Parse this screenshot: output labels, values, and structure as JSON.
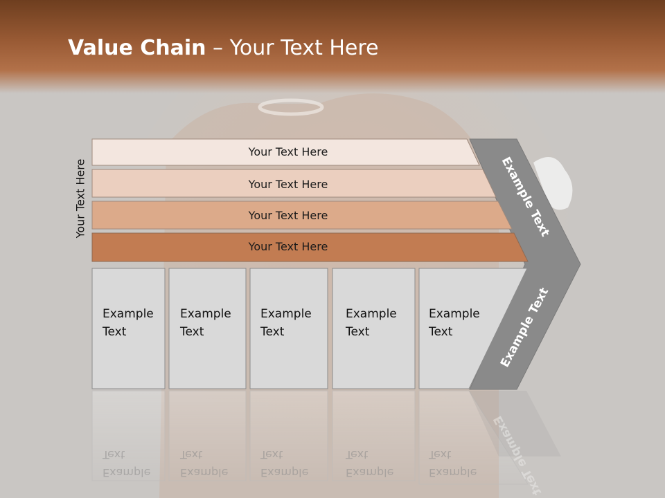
{
  "title": {
    "bold": "Value Chain",
    "rest": " – Your Text Here"
  },
  "vertical_label": "Your Text Here",
  "bars": [
    {
      "label": "Your Text Here",
      "color": "#f3e6df"
    },
    {
      "label": "Your Text Here",
      "color": "#ebcfbf"
    },
    {
      "label": "Your Text Here",
      "color": "#dcaa8a"
    },
    {
      "label": "Your Text Here",
      "color": "#c27c52"
    }
  ],
  "boxes": [
    {
      "line1": "Example",
      "line2": "Text"
    },
    {
      "line1": "Example",
      "line2": "Text"
    },
    {
      "line1": "Example",
      "line2": "Text"
    },
    {
      "line1": "Example",
      "line2": "Text"
    },
    {
      "line1": "Example",
      "line2": "Text"
    }
  ],
  "chevron": {
    "top_label": "Example Text",
    "bottom_label": "Example Text",
    "color": "#8a8a8a"
  },
  "colors": {
    "header": "#9a5b35",
    "box_fill": "#d9d9d9",
    "background": "#c9c6c3"
  }
}
